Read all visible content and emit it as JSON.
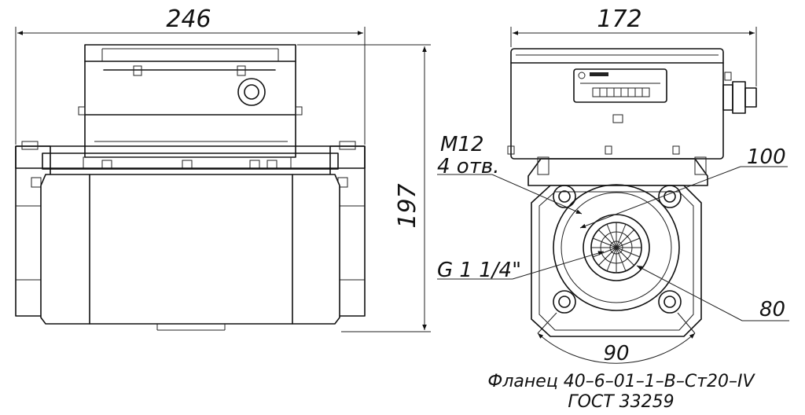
{
  "dimensions": {
    "front_width": "246",
    "front_height": "197",
    "side_width": "172",
    "thread_label": "M12",
    "holes_label": "4 отв.",
    "bolt_circle": "100",
    "pipe_thread": "G 1 1/4\"",
    "inner_square": "80",
    "angle_span": "90"
  },
  "caption": {
    "line1": "Фланец 40–6–01–1–В–Ст20–IV",
    "line2": "ГОСТ 33259"
  }
}
